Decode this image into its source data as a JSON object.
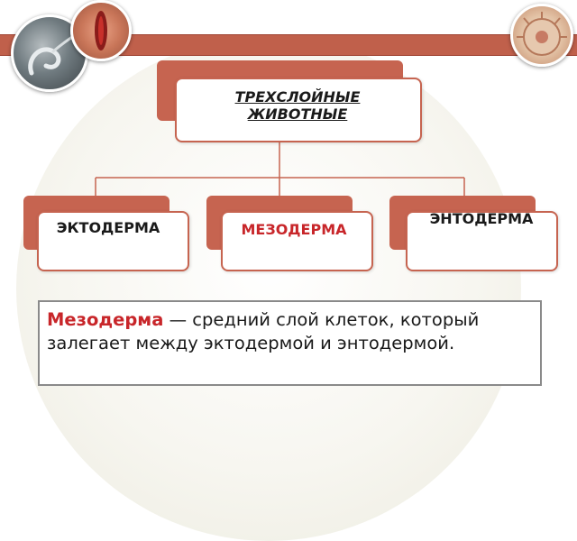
{
  "root": {
    "label": "ТРЕХСЛОЙНЫЕ ЖИВОТНЫЕ"
  },
  "children": [
    {
      "label": "ЭКТОДЕРМА",
      "highlight": false
    },
    {
      "label": "МЕЗОДЕРМА",
      "highlight": true
    },
    {
      "label": "ЭНТОДЕРМА",
      "highlight": false
    }
  ],
  "definition": {
    "term": "Мезодерма",
    "text": " — средний слой клеток, который залегает между эктодермой и энтодермой."
  },
  "colors": {
    "accent": "#c66450",
    "highlight_text": "#c8262a",
    "band": "#c0604b"
  },
  "icons": [
    "worm-photo-icon",
    "wound-photo-icon",
    "cell-photo-icon"
  ]
}
